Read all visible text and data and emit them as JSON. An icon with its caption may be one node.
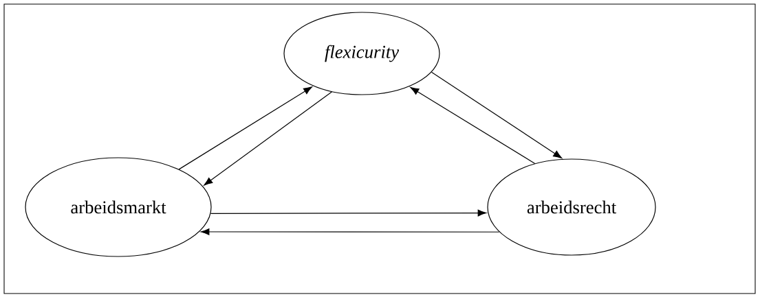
{
  "diagram": {
    "nodes": [
      {
        "text": [
          "flexicurity"
        ]
      },
      {
        "text": [
          "arbeidsmarkt"
        ]
      },
      {
        "text": [
          "arbeidsrecht"
        ]
      }
    ],
    "edges": [
      {
        "from": 1,
        "to": 0,
        "arrow": "to"
      },
      {
        "from": 0,
        "to": 1,
        "arrow": "to"
      },
      {
        "from": 0,
        "to": 2,
        "arrow": "to"
      },
      {
        "from": 2,
        "to": 0,
        "arrow": "to"
      },
      {
        "from": 1,
        "to": 2,
        "arrow": "to"
      },
      {
        "from": 2,
        "to": 1,
        "arrow": "to"
      }
    ]
  }
}
